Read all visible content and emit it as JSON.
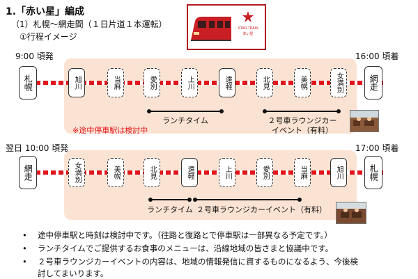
{
  "heading": {
    "title": "1.「赤い星」編成",
    "subtitle": "（1）札幌～網走間（１日片道１本運転）",
    "item": "①行程イメージ"
  },
  "header_image": {
    "brand_text": "STAR TRAIN",
    "brand_sub": "赤い星"
  },
  "route1": {
    "depart_time": "9:00 頃発",
    "arrive_time": "16:00 頃着",
    "stations": [
      {
        "name": "札幌",
        "type": "terminal"
      },
      {
        "name": "旭川",
        "type": "stop"
      },
      {
        "name": "当麻",
        "type": "tentative"
      },
      {
        "name": "愛別",
        "type": "tentative"
      },
      {
        "name": "上川",
        "type": "tentative"
      },
      {
        "name": "遠軽",
        "type": "stop"
      },
      {
        "name": "北見",
        "type": "tentative"
      },
      {
        "name": "美幌",
        "type": "tentative"
      },
      {
        "name": "女満別",
        "type": "tentative"
      },
      {
        "name": "網走",
        "type": "terminal"
      }
    ],
    "lunch_label": "ランチタイム",
    "lounge_label_1": "２号車ラウンジカー",
    "lounge_label_2": "イベント（有料）"
  },
  "note_tentative": "※途中停車駅は検討中",
  "route2": {
    "depart_time": "翌日 10:00 頃発",
    "arrive_time": "17:00 頃着",
    "stations": [
      {
        "name": "網走",
        "type": "terminal"
      },
      {
        "name": "女満別",
        "type": "tentative"
      },
      {
        "name": "美幌",
        "type": "tentative"
      },
      {
        "name": "北見",
        "type": "tentative"
      },
      {
        "name": "遠軽",
        "type": "stop"
      },
      {
        "name": "上川",
        "type": "tentative"
      },
      {
        "name": "愛別",
        "type": "tentative"
      },
      {
        "name": "当麻",
        "type": "tentative"
      },
      {
        "name": "旭川",
        "type": "stop"
      },
      {
        "name": "札幌",
        "type": "terminal"
      }
    ],
    "lunch_label": "ランチタイム",
    "lounge_label": "２号車ラウンジカーイベント（有料）"
  },
  "bullets": [
    "途中停車駅と時刻は検討中です。（往路と復路とで停車駅は一部異なる予定です。）",
    "ランチタイムでご提供するお食事のメニューは、沿線地域の皆さまと協議中です。",
    "２号車ラウンジカーイベントの内容は、地域の情報発信に資するものになるよう、今後検",
    "討してまいります。"
  ],
  "colors": {
    "accent_red": "#e1161c",
    "panel": "#fbe3d3",
    "train_red": "#c81e24"
  }
}
